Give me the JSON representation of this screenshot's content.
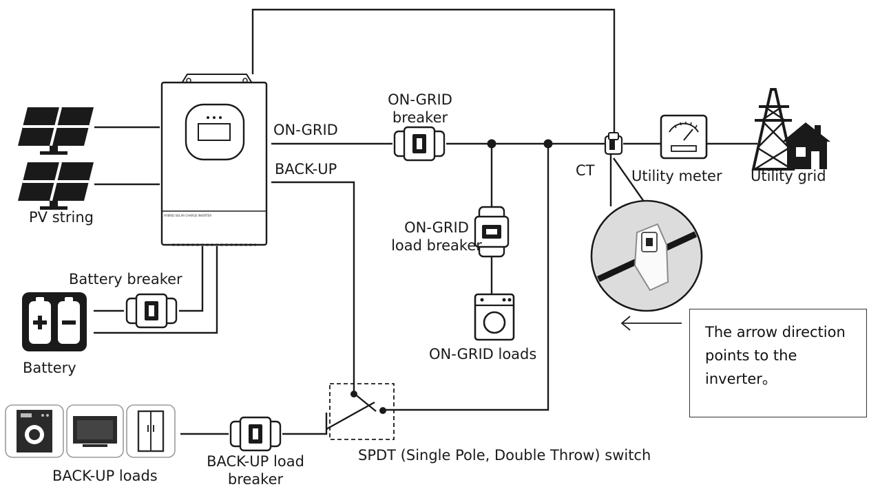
{
  "labels": {
    "on_grid_breaker": [
      "ON-GRID",
      "breaker"
    ],
    "on_grid": "ON-GRID",
    "back_up": "BACK-UP",
    "ct": "CT",
    "utility_meter": "Utility meter",
    "utility_grid": "Utility grid",
    "pv_string": "PV string",
    "on_grid_load_breaker": [
      "ON-GRID",
      "load breaker"
    ],
    "battery_breaker": "Battery breaker",
    "battery": "Battery",
    "on_grid_loads": "ON-GRID loads",
    "back_up_loads": "BACK-UP loads",
    "back_up_load_breaker": [
      "BACK-UP load",
      "breaker"
    ],
    "spdt_switch": "SPDT (Single Pole, Double Throw) switch",
    "inverter_panel_text": "HYBRID SOLAR CHARGE INVERTER"
  },
  "note": "The arrow direction points to the inverter。",
  "colors": {
    "line": "#1a1a1a",
    "panel": "#2a2a2a",
    "battery_bg": "#1a1a1a"
  }
}
